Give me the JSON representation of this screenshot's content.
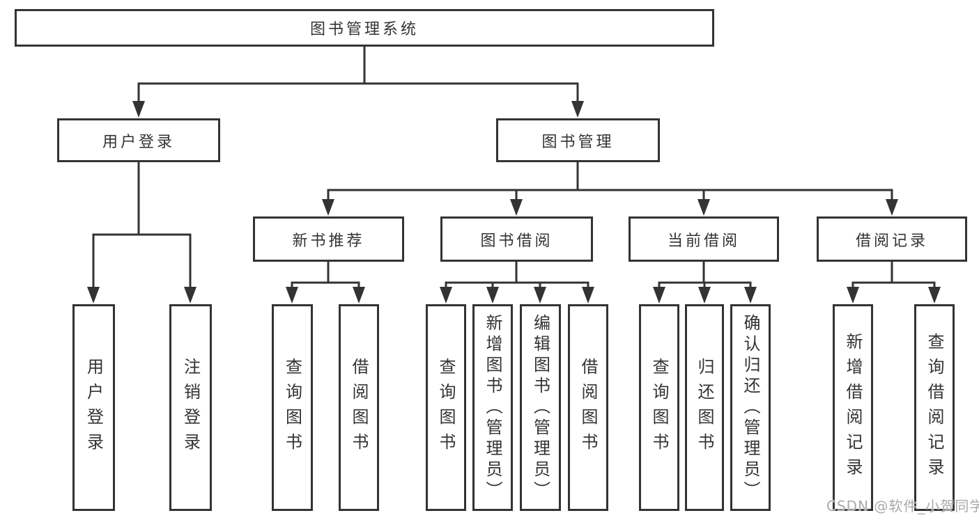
{
  "diagram_type": "hierarchy-tree",
  "colors": {
    "line": "#333333",
    "box_border": "#333333",
    "text": "#333333",
    "background": "#ffffff",
    "watermark": "#a9a9a9"
  },
  "tree": {
    "label": "图书管理系统",
    "children": [
      {
        "label": "用户登录",
        "children": [
          {
            "label": "用户登录"
          },
          {
            "label": "注销登录"
          }
        ]
      },
      {
        "label": "图书管理",
        "children": [
          {
            "label": "新书推荐",
            "children": [
              {
                "label": "查询图书"
              },
              {
                "label": "借阅图书"
              }
            ]
          },
          {
            "label": "图书借阅",
            "children": [
              {
                "label": "查询图书"
              },
              {
                "label": "新增图书（管理员）"
              },
              {
                "label": "编辑图书（管理员）"
              },
              {
                "label": "借阅图书"
              }
            ]
          },
          {
            "label": "当前借阅",
            "children": [
              {
                "label": "查询图书"
              },
              {
                "label": "归还图书"
              },
              {
                "label": "确认归还（管理员）"
              }
            ]
          },
          {
            "label": "借阅记录",
            "children": [
              {
                "label": "新增借阅记录"
              },
              {
                "label": "查询借阅记录"
              }
            ]
          }
        ]
      }
    ]
  },
  "watermark": "CSDN @软件_小贺同学"
}
